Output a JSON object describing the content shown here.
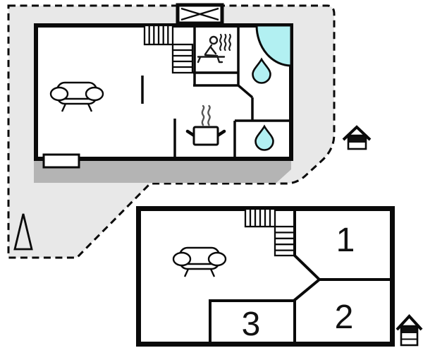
{
  "diagram": {
    "type": "vacation-house-floor-plan",
    "floors": {
      "ground": {
        "features": [
          "sofa",
          "l-shaped-staircase",
          "sauna",
          "corner-shower",
          "shower-water-drop",
          "wc-water-drop",
          "kitchen-pot",
          "window",
          "terrace",
          "skylight-x"
        ]
      },
      "upper": {
        "rooms": [
          {
            "label": "1"
          },
          {
            "label": "2"
          },
          {
            "label": "3"
          }
        ],
        "features": [
          "sofa",
          "l-shaped-staircase"
        ]
      }
    },
    "site": {
      "features": [
        "dashed-property-boundary",
        "plot-area",
        "terrace-area",
        "tree-triangle"
      ]
    },
    "icons": [
      "skylight-x-icon",
      "staircase-icon",
      "sofa-icon",
      "sauna-person-icon",
      "heat-waves-icon",
      "corner-shower-icon",
      "water-drop-icon",
      "cooking-pot-icon",
      "steam-icon",
      "window-icon",
      "tree-triangle-icon",
      "house-floor-indicator-icon"
    ]
  },
  "colors": {
    "wall": "#0a0a0a",
    "plot_fill": "#e8e8e8",
    "terrace_fill": "#b4b4b4",
    "water_fill": "#b2f0f2",
    "steam_gray": "#555555",
    "paper": "#ffffff"
  }
}
